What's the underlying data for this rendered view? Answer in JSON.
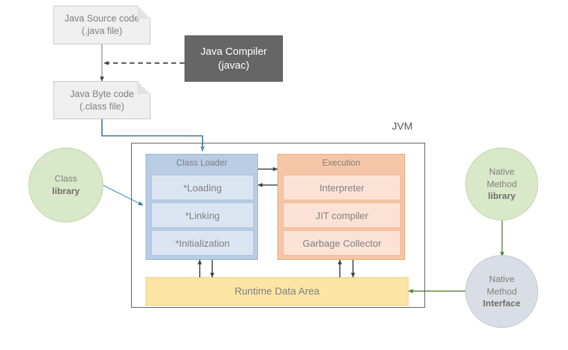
{
  "diagram": {
    "title_label": "JVM",
    "colors": {
      "classloader_panel": "#b8cce4",
      "classloader_sub": "#dbe5f1",
      "execution_panel": "#f5c6a5",
      "execution_sub": "#fbe2d5",
      "runtime_data_area": "#fce5a4",
      "compiler_box": "#666666",
      "document_box": "#efefef",
      "circle_green": "#d8e8c8",
      "circle_grey": "#d9dde5",
      "text_grey": "#808080",
      "connector_blue": "#2e75b6",
      "connector_green": "#548235",
      "connector_black": "#404040"
    },
    "nodes": {
      "java_source": {
        "line1": "Java Source code",
        "line2": "(.java file)"
      },
      "java_compiler": {
        "line1": "Java Compiler",
        "line2": "(javac)"
      },
      "java_bytecode": {
        "line1": "Java Byte code",
        "line2": "(.class file)"
      },
      "class_library": {
        "line1": "Class",
        "line2": "library"
      },
      "native_method_library": {
        "line1": "Native",
        "line2": "Method",
        "line3": "library"
      },
      "native_method_interface": {
        "line1": "Native",
        "line2": "Method",
        "line3": "Interface"
      }
    },
    "class_loader": {
      "title": "Class Loader",
      "items": [
        {
          "label": "*Loading"
        },
        {
          "label": "*Linking"
        },
        {
          "label": "*Initialization"
        }
      ]
    },
    "execution": {
      "title": "Execution",
      "items": [
        {
          "label": "Interpreter"
        },
        {
          "label": "JIT compiler"
        },
        {
          "label": "Garbage Collector"
        }
      ]
    },
    "runtime_data_area": {
      "label": "Runtime Data Area"
    }
  }
}
